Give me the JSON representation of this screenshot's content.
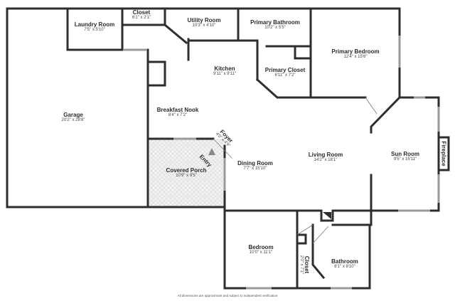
{
  "rooms": {
    "garage": {
      "name": "Garage",
      "dim": "20'2\" x 28'8\""
    },
    "laundry": {
      "name": "Laundry Room",
      "dim": "7'5\" x 5'10\""
    },
    "closet_top": {
      "name": "Closet",
      "dim": "6'1\" x 2'1\""
    },
    "utility": {
      "name": "Utility Room",
      "dim": "10'3\" x 4'10\""
    },
    "primary_bath": {
      "name": "Primary Bathroom",
      "dim": "10'2\" x 5'5\""
    },
    "primary_bed": {
      "name": "Primary Bedroom",
      "dim": "12'4\" x 15'6\""
    },
    "kitchen": {
      "name": "Kitchen",
      "dim": "9'11\" x 9'11\""
    },
    "primary_closet": {
      "name": "Primary Closet",
      "dim": "6'11\" x 7'2\""
    },
    "breakfast": {
      "name": "Breakfast Nook",
      "dim": "8'4\" x 7'2\""
    },
    "foyer": {
      "name": "Foyer",
      "dim": "4'0\" x 4'9\""
    },
    "entry": {
      "name": "Entry",
      "dim": ""
    },
    "covered_porch": {
      "name": "Covered Porch",
      "dim": "10'9\" x 9'5\""
    },
    "dining": {
      "name": "Dining Room",
      "dim": "7'7\" x 15'10\""
    },
    "living": {
      "name": "Living Room",
      "dim": "14'2\" x 18'1\""
    },
    "sun": {
      "name": "Sun Room",
      "dim": "9'5\" x 15'11\""
    },
    "fireplace": {
      "name": "Fireplace",
      "dim": ""
    },
    "bedroom": {
      "name": "Bedroom",
      "dim": "10'0\" x 11'1\""
    },
    "closet_bottom": {
      "name": "Closet",
      "dim": "2'0\" x 7'1\""
    },
    "bathroom": {
      "name": "Bathroom",
      "dim": "8'1\" x 8'10\""
    }
  },
  "footer": "All dimensions are approximate and subject to independent verification",
  "colors": {
    "wall": "#2e2e2e",
    "porch_fill": "#eeeeee",
    "window": "#9a9a9a"
  }
}
